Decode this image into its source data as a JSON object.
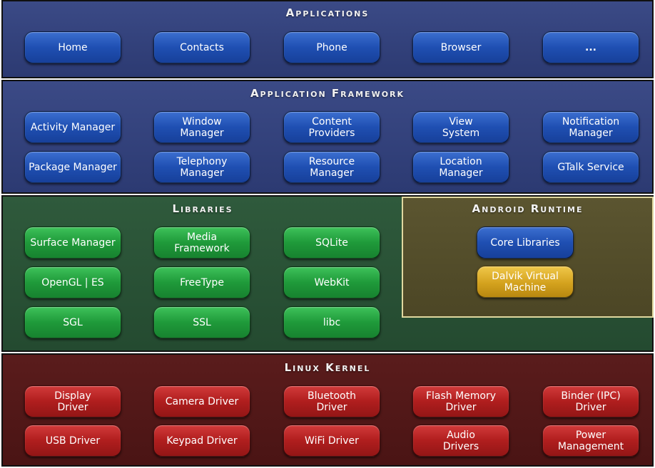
{
  "applications": {
    "title": "Applications",
    "items": [
      "Home",
      "Contacts",
      "Phone",
      "Browser",
      "..."
    ]
  },
  "framework": {
    "title": "Application Framework",
    "row1": [
      "Activity Manager",
      "Window\nManager",
      "Content\nProviders",
      "View\nSystem",
      "Notification\nManager"
    ],
    "row2": [
      "Package Manager",
      "Telephony\nManager",
      "Resource\nManager",
      "Location\nManager",
      "GTalk Service"
    ]
  },
  "libraries": {
    "title": "Libraries",
    "row1": [
      "Surface Manager",
      "Media\nFramework",
      "SQLite"
    ],
    "row2": [
      "OpenGL | ES",
      "FreeType",
      "WebKit"
    ],
    "row3": [
      "SGL",
      "SSL",
      "libc"
    ]
  },
  "runtime": {
    "title": "Android Runtime",
    "items": [
      "Core Libraries",
      "Dalvik Virtual\nMachine"
    ]
  },
  "kernel": {
    "title": "Linux Kernel",
    "row1": [
      "Display\nDriver",
      "Camera Driver",
      "Bluetooth\nDriver",
      "Flash Memory\nDriver",
      "Binder (IPC)\nDriver"
    ],
    "row2": [
      "USB Driver",
      "Keypad Driver",
      "WiFi Driver",
      "Audio\nDrivers",
      "Power\nManagement"
    ]
  },
  "colors": {
    "blue_box": "#1f4fb2",
    "green_box": "#1f9a3a",
    "red_box": "#b01e1e",
    "gold_box": "#d4a21e"
  }
}
